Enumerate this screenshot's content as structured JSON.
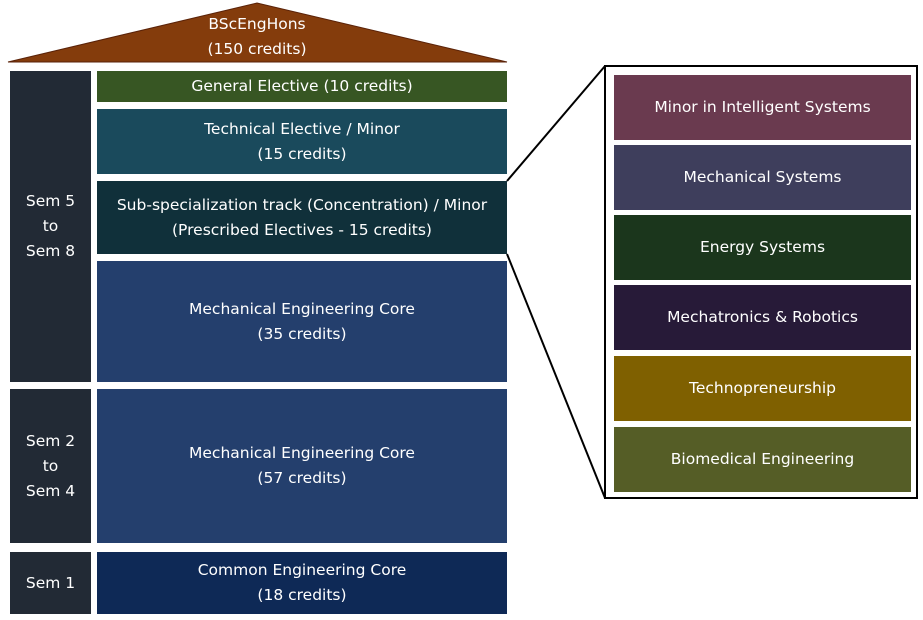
{
  "roof": {
    "title": "BScEngHons",
    "credits": "(150 credits)",
    "color": "#843c0c"
  },
  "semesters": [
    {
      "label": "Sem 5\nto\nSem 8"
    },
    {
      "label": "Sem 2\nto\nSem 4"
    },
    {
      "label": "Sem 1"
    }
  ],
  "blocks": [
    {
      "label": "General Elective (10 credits)",
      "color": "#375623"
    },
    {
      "label": "Technical Elective / Minor\n(15 credits)",
      "color": "#1a4a5c"
    },
    {
      "label": "Sub-specialization track (Concentration) / Minor\n(Prescribed Electives - 15 credits)",
      "color": "#10303a"
    },
    {
      "label": "Mechanical Engineering Core\n(35 credits)",
      "color": "#243f6d"
    },
    {
      "label": "Mechanical Engineering Core\n(57 credits)",
      "color": "#243f6d"
    },
    {
      "label": "Common Engineering Core\n(18 credits)",
      "color": "#0e2956"
    }
  ],
  "tracks": [
    {
      "label": "Minor in Intelligent Systems",
      "color": "#6a3a4f"
    },
    {
      "label": "Mechanical Systems",
      "color": "#3e3e5c"
    },
    {
      "label": "Energy Systems",
      "color": "#1b361c"
    },
    {
      "label": "Mechatronics & Robotics",
      "color": "#271a38"
    },
    {
      "label": "Technopreneurship",
      "color": "#7f6000"
    },
    {
      "label": "Biomedical Engineering",
      "color": "#555d26"
    }
  ]
}
